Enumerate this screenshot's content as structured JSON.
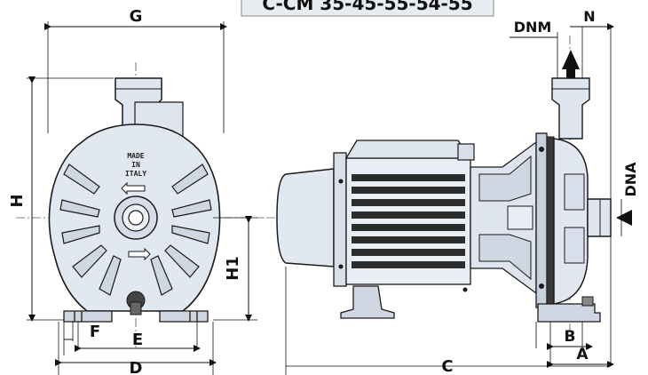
{
  "header_label": "C-CM 35-45-55-54-55",
  "dimension_labels": {
    "G": "G",
    "H": "H",
    "H1": "H1",
    "E": "E",
    "F": "F",
    "D": "D",
    "C": "C",
    "A": "A",
    "B": "B",
    "N": "N",
    "DNM": "DNM",
    "DNA": "DNA"
  },
  "casting_text": {
    "line1": "MADE",
    "line2": "IN",
    "line3": "ITALY"
  },
  "colors": {
    "body_fill": "#e2e8f0",
    "body_light": "#eef2f8",
    "outline": "#1a1a1a",
    "accent_dark": "#3a3a3a"
  }
}
